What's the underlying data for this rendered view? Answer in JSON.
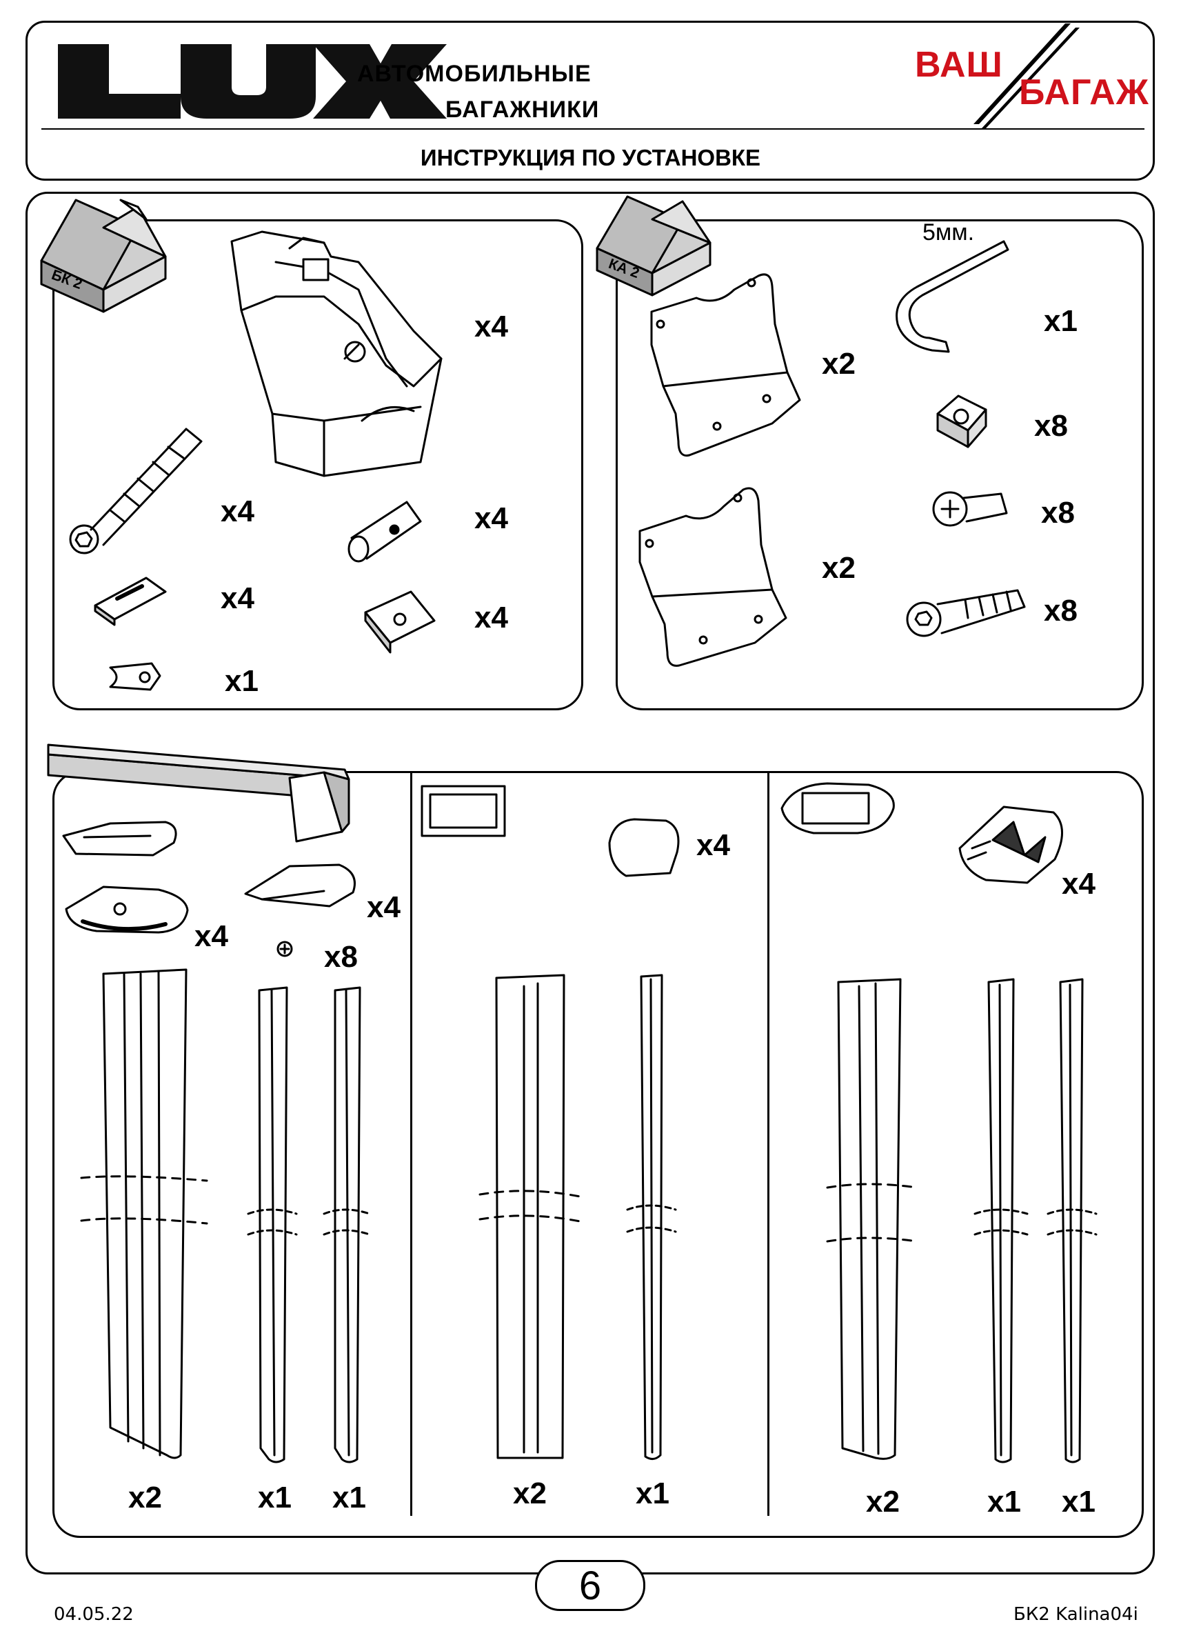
{
  "header": {
    "brand_logo": "LUX",
    "brand_line1": "АВТОМОБИЛЬНЫЕ",
    "brand_line2": "БАГАЖНИКИ",
    "partner_line1": "ВАШ",
    "partner_line2": "БАГАЖ",
    "title": "ИНСТРУКЦИЯ ПО УСТАНОВКЕ",
    "partner_color": "#d0121b"
  },
  "kit_bk2": {
    "box_label": "БК 2",
    "quantities": [
      "x4",
      "x4",
      "x4",
      "x4",
      "x4",
      "x1"
    ]
  },
  "kit_ka2": {
    "box_label": "КА 2",
    "key_size": "5мм.",
    "quantities": [
      "x2",
      "x2",
      "x1",
      "x8",
      "x8",
      "x8"
    ]
  },
  "bars": {
    "panel1": [
      "x4",
      "x4",
      "x8",
      "x2",
      "x1",
      "x1"
    ],
    "panel2": [
      "x4",
      "x2",
      "x1"
    ],
    "panel3": [
      "x4",
      "x2",
      "x1",
      "x1"
    ]
  },
  "footer": {
    "date": "04.05.22",
    "page_number": "6",
    "doc_code": "БК2 Kalina04i"
  }
}
